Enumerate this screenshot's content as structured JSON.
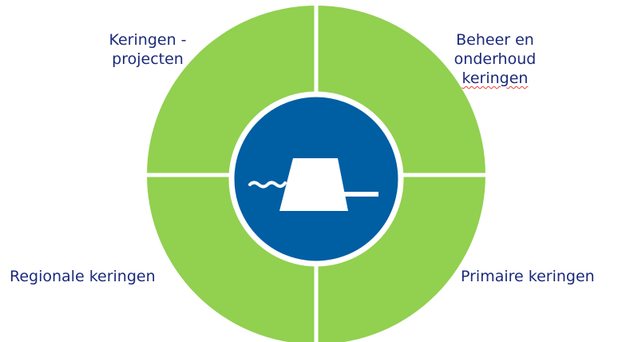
{
  "colors": {
    "ring": "#92d050",
    "divider": "#ffffff",
    "center": "#005ea3",
    "icon": "#ffffff",
    "text": "#1b2a7a",
    "spellcheck": "#e0403a"
  },
  "segments": {
    "top_left": {
      "lines": [
        "Keringen -",
        "projecten"
      ]
    },
    "top_right": {
      "lines": [
        "Beheer en",
        "onderhoud",
        "keringen"
      ]
    },
    "bottom_left": {
      "lines": [
        "Regionale keringen"
      ]
    },
    "bottom_right": {
      "lines": [
        "Primaire keringen"
      ]
    }
  },
  "center_icon": "dike-levee-icon"
}
